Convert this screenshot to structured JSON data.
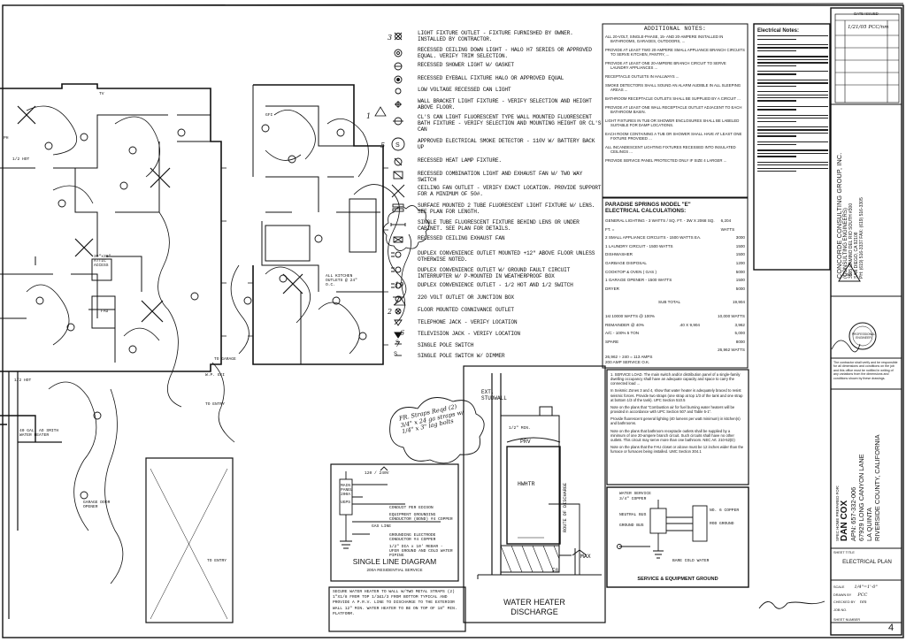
{
  "legend": [
    {
      "icon": "light-fixture-outlet-icon",
      "text": "LIGHT FIXTURE OUTLET - FIXTURE FURNISHED BY OWNER. INSTALLED BY CONTRACTOR."
    },
    {
      "icon": "recessed-ceiling-down-light-icon",
      "text": "RECESSED CEILING DOWN LIGHT - HALO H7 SERIES OR APPROVED EQUAL. VERIFY TRIM SELECTION."
    },
    {
      "icon": "recessed-shower-light-icon",
      "text": "RECESSED SHOWER LIGHT W/ GASKET"
    },
    {
      "icon": "recessed-eyeball-fixture-icon",
      "text": "RECESSED EYEBALL FIXTURE HALO OR APPROVED EQUAL"
    },
    {
      "icon": "low-voltage-recessed-can-icon",
      "text": "LOW VOLTAGE RECESSED CAN LIGHT"
    },
    {
      "icon": "wall-bracket-light-icon",
      "text": "WALL BRACKET LIGHT FIXTURE - VERIFY SELECTION AND HEIGHT ABOVE FLOOR."
    },
    {
      "icon": "cl-can-fluorescent-icon",
      "text": "CL'S CAN LIGHT FLUORESCENT TYPE WALL MOUNTED FLUORESCENT BATH FIXTURE - VERIFY SELECTION AND MOUNTING HEIGHT OR CL'S CAN"
    },
    {
      "icon": "smoke-detector-icon",
      "text": "APPROVED ELECTRICAL SMOKE DETECTOR - 110V W/ BATTERY BACK UP"
    },
    {
      "icon": "recessed-heat-lamp-icon",
      "text": "RECESSED HEAT LAMP FIXTURE."
    },
    {
      "icon": "combination-light-fan-icon",
      "text": "RECESSED COMBINATION LIGHT AND EXHAUST FAN W/ TWO WAY SWITCH"
    },
    {
      "icon": "ceiling-fan-outlet-icon",
      "text": "CEILING FAN OUTLET - VERIFY EXACT LOCATION. PROVIDE SUPPORT FOR A MINIMUM OF 50#."
    },
    {
      "icon": "fluorescent-2-tube-icon",
      "text": "SURFACE MOUNTED 2 TUBE FLUORESCENT LIGHT FIXTURE W/ LENS. SEE PLAN FOR LENGTH."
    },
    {
      "icon": "single-tube-fluorescent-icon",
      "text": "SINGLE TUBE FLUORESCENT FIXTURE BEHIND LENS OR UNDER CABINET. SEE PLAN FOR DETAILS."
    },
    {
      "icon": "ceiling-exhaust-fan-icon",
      "text": "RECESSED CEILING EXHAUST FAN"
    },
    {
      "icon": "duplex-outlet-raised-icon",
      "text": "DUPLEX CONVENIENCE OUTLET MOUNTED +12\" ABOVE FLOOR UNLESS OTHERWISE NOTED."
    },
    {
      "icon": "gfci-outlet-icon",
      "text": "DUPLEX CONVENIENCE OUTLET W/ GROUND FAULT CIRCUIT INTERRUPTER W/ P-MOUNTED IN WEATHERPROOF BOX"
    },
    {
      "icon": "half-hot-outlet-icon",
      "text": "DUPLEX CONVENIENCE OUTLET - 1/2 HOT AND 1/2 SWITCH"
    },
    {
      "icon": "220v-outlet-icon",
      "text": "220 VOLT OUTLET OR JUNCTION BOX"
    },
    {
      "icon": "floor-outlet-icon",
      "text": "FLOOR MOUNTED CONNIVANCE OUTLET"
    },
    {
      "icon": "telephone-jack-icon",
      "text": "TELEPHONE JACK - VERIFY LOCATION"
    },
    {
      "icon": "television-jack-icon",
      "text": "TELEVISION JACK - VERIFY LOCATION"
    },
    {
      "icon": "single-pole-switch-icon",
      "text": "SINGLE POLE SWITCH"
    },
    {
      "icon": "dimmer-switch-icon",
      "text": "SINGLE POLE SWITCH W/ DIMMER"
    }
  ],
  "additional_notes": {
    "title": "ADDITIONAL NOTES:",
    "items": [
      "ALL 20-VOLT, SINGLE-PHASE, 15- AND 20-AMPERE INSTALLED IN BATHROOMS, GARAGES, OUTDOORS, ...",
      "PROVIDE AT LEAST TWO 20-AMPERE SMALL APPLIANCE BRANCH CIRCUITS TO SERVE KITCHEN, PANTRY, ...",
      "PROVIDE AT LEAST ONE 20-AMPERE BRANCH CIRCUIT TO SERVE LAUNDRY APPLIANCES ...",
      "RECEPTACLE OUTLETS IN HALLWAYS ...",
      "SMOKE DETECTORS SHALL SOUND AN ALARM AUDIBLE IN ALL SLEEPING AREAS ...",
      "BATHROOM RECEPTACLE OUTLETS SHALL BE SUPPLIED BY A CIRCUIT ...",
      "PROVIDE AT LEAST ONE WALL RECEPTACLE OUTLET ADJACENT TO EACH BATHROOM BASIN.",
      "LIGHT FIXTURES IN TUB OR SHOWER ENCLOSURES SHALL BE LABELED SUITABLE FOR DAMP LOCATIONS.",
      "EACH ROOM CONTAINING A TUB OR SHOWER SHALL HAVE AT LEAST ONE FIXTURE PROVIDED ...",
      "ALL INCANDESCENT LIGHTING FIXTURES RECESSED INTO INSULATED CEILINGS ...",
      "PROVIDE SERVICE PANEL PROTECTED ONLY IF SIZE 4 LARGER ..."
    ]
  },
  "calculations": {
    "title": "PARADISE SPRINGS MODEL \"E\"",
    "subtitle": "ELECTRICAL CALCULATIONS:",
    "rows": [
      {
        "label": "GENERAL LIGHTING - 3 WATTS / SQ. FT. - 3W X 2068 SQ. FT. =",
        "value": "6,204 WATTS"
      },
      {
        "label": "2 SMALL APPLIANCE CIRCUITS - 1500 WATTS EA.",
        "value": "3000"
      },
      {
        "label": "1 LAUNDRY CIRCUIT - 1500 WATTS",
        "value": "1500"
      },
      {
        "label": "DISHWASHER",
        "value": "1500"
      },
      {
        "label": "GARBAGE DISPOSAL",
        "value": "1200"
      },
      {
        "label": "COOKTOP & OVEN ( GAS )",
        "value": "5000"
      },
      {
        "label": "1 GARAGE OPENER - 1500 WATTS",
        "value": "1500"
      },
      {
        "label": "DRYER",
        "value": "5000"
      }
    ],
    "subtotal_label": "SUB TOTAL",
    "subtotal": "19,904",
    "rows2": [
      {
        "label": "1st 10000 WATTS @ 100%",
        "value": "10,000 WATTS"
      },
      {
        "label": "REMAINDER @ 40%",
        "mid": ".40 X 9,904",
        "value": "3,962"
      },
      {
        "label": "A/C - 100% 5 TON",
        "value": "5,000"
      },
      {
        "label": "SPARE",
        "value": "8000"
      },
      {
        "label": "",
        "value": "26,962 WATTS"
      }
    ],
    "amps": "26,962 ÷ 240 = 113 AMPS",
    "panel": "200 AMP SERVICE O.K."
  },
  "electrical_notes": {
    "title": "Electrical Notes:",
    "count": 12
  },
  "service_notes": [
    "1. SERVICE LOAD. The main switch and/or distribution panel of a single-family dwelling occupancy shall have an adequate capacity and space to carry the connected load ...",
    "In Seismic Zones 3 and 4, show that water heater is adequately braced to resist seismic forces. Provide two straps (one strap at top 1/3 of the tank and one strap at bottom 1/3 of the tank). UPC Section 510.5",
    "Note on the plans that \"Combustion air for fuel burning water heaters will be provided in accordance with UPC Section 507 and Table 5-1\".",
    "Provide fluorescent general lighting (40 lumens per watt minimum) in kitchen(s) and bathrooms.",
    "Note on the plans that bathroom receptacle outlets shall be supplied by a minimum of one 20-ampere branch circuit. Such circuits shall have no other outlets. This circuit may serve more than one bathroom. NEC Art. 210-52(D)",
    "Note on the plans that the FAU closet or alcove must be 12 inches wider than the furnace or furnaces being installed. UMC Section 304.1"
  ],
  "service_diagram": {
    "title": "SERVICE & EQUIPMENT GROUND",
    "labels": [
      "WATER SERVICE",
      "3/4\" COPPER",
      "NEUTRAL BUS",
      "GROUND BUS",
      "NO. 6 COPPER",
      "ROD GROUND",
      "BARE COLD WATER"
    ]
  },
  "single_line": {
    "title": "SINGLE LINE DIAGRAM",
    "subtitle": "200A RESIDENTIAL SERVICE",
    "labels": [
      "120 / 240V",
      "MAIN PANEL 200A",
      "UGPS",
      "CONDUIT PER EDISON",
      "EQUIPMENT GROUNDING CONDUCTOR (BOND) #4 COPPER",
      "GAS LINE",
      "GROUNDING ELECTRODE CONDUCTOR #4 COPPER",
      "1/2\" DIA x 10' REBAR - UFER GROUND AND COLD WATER PIPING"
    ]
  },
  "water_heater": {
    "title": "WATER HEATER",
    "title2": "DISCHARGE",
    "labels": [
      "EXT. STUDWALL",
      "PRV",
      "HWHTR",
      "ROUTE OF DISCHARGE",
      "MAX",
      "FG",
      "1/2\" MIN."
    ]
  },
  "strap_note": "SECURE WATER HEATER TO WALL W/TWO METAL STRAPS (2) 1\"X1/8 FROM TOP 1/3&1/3 FROM BOTTOM TYPICAL AND PROVIDE A P.R.V. LINE TO DISCHARGE TO THE EXTERIOR WALL 12\" MIN. WATER HEATER TO BE ON TOP OF 18\" MIN. PLATFORM.",
  "handwritten_note": "FR. Straps Reqd (2) 3/4\" x 24 ga straps w/ 1/4\" x 3\" lag bolts",
  "title_block": {
    "date_issued": "DATE ISSUED",
    "revisions": [
      "1/21/05 PCC/nm"
    ],
    "firm": "CONCORDE CONSULTING GROUP, INC.",
    "firm_sub": "(CONSULTING ENGINEERS)",
    "firm_addr": "3595 CAMINO DEL RIO SOUTH #300",
    "firm_city": "SAN DIEGO, CA 92108",
    "firm_ph": "PH: (619) 516-3337  FAX: (619) 516-3305",
    "logo_text": "CSG",
    "stamp_text": "PROFESSIONAL ENGINEER",
    "disclaimer": "The contractor shall verify and be responsible for all dimensions and conditions on the job and this office must be notified in writing of any variations from the dimensions and conditions shown by these drawings.",
    "prepared_for": "SPEC HOME PREPARED FOR:",
    "client": "DAN COX",
    "apn": "APN: 657-332-006",
    "address": "67929 LONG CANYON LANE",
    "city": "LA QUINTA",
    "county": "RIVERSIDE COUNTY, CALIFORNIA",
    "sheet_title_label": "SHEET TITLE",
    "sheet_title": "ELECTRICAL PLAN",
    "scale_label": "SCALE",
    "scale": "1/4\"=1'-0\"",
    "drawn_label": "DRAWN BY",
    "drawn": "PCC",
    "checked_label": "CHECKED BY",
    "checked": "nm",
    "job_label": "JOB NO.",
    "sheet_label": "SHEET NUMBER",
    "sheet_no": "4"
  },
  "plan_labels": {
    "garage_door": "GARAGE DOOR OPENER",
    "to_garage": "TO GARAGE",
    "to_entry": "TO ENTRY",
    "to_entry2": "TO ENTRY",
    "attic": "30\"x30\" ATTIC ACCESS",
    "kitchen": "ALL KITCHEN OUTLETS @ 24\" O.C.",
    "heater": "40 GAL. AO SMITH WATER HEATER",
    "half_hot": "1/2 HOT",
    "half_hot2": "1/2 HOT",
    "gfi": "GFI",
    "wp_gfi": "W.P. GFI",
    "tv": "TV",
    "ph": "PH",
    "fau": "FAU"
  },
  "sheet_marks": {
    "num3": "3",
    "num1": "1",
    "num5": "5",
    "num6": "6",
    "num7": "7",
    "num19": "19",
    "num2": "2"
  }
}
